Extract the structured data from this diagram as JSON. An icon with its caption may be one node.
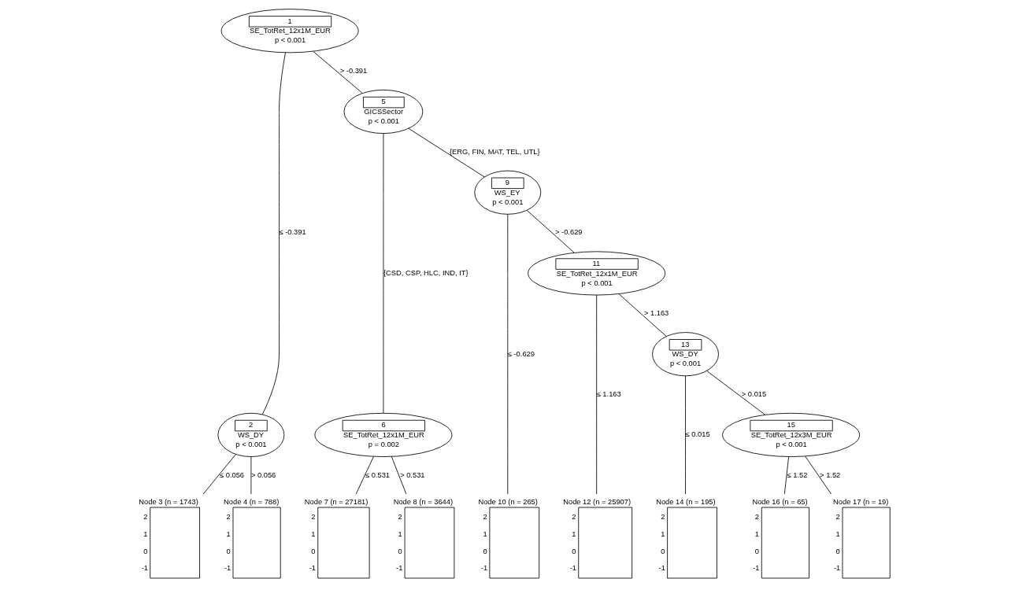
{
  "diagram": {
    "nodes": [
      {
        "text": [
          "1",
          "SE_TotRet_12x1M_EUR",
          "p < 0.001"
        ]
      },
      {
        "text": [
          "2",
          "WS_DY",
          "p < 0.001"
        ]
      },
      {
        "text": [
          "Node 3 (n = 1743)"
        ],
        "beside": [
          "2",
          "1",
          "0",
          "-1"
        ]
      },
      {
        "text": [
          "Node 4 (n = 788)"
        ],
        "beside": [
          "2",
          "1",
          "0",
          "-1"
        ]
      },
      {
        "text": [
          "5",
          "GICSSector",
          "p < 0.001"
        ]
      },
      {
        "text": [
          "6",
          "SE_TotRet_12x1M_EUR",
          "p = 0.002"
        ]
      },
      {
        "text": [
          "Node 7 (n = 27181)"
        ],
        "beside": [
          "2",
          "1",
          "0",
          "-1"
        ]
      },
      {
        "text": [
          "Node 8 (n = 3644)"
        ],
        "beside": [
          "2",
          "1",
          "0",
          "-1"
        ]
      },
      {
        "text": [
          "9",
          "WS_EY",
          "p < 0.001"
        ]
      },
      {
        "text": [
          "Node 10 (n = 265)"
        ],
        "beside": [
          "2",
          "1",
          "0",
          "-1"
        ]
      },
      {
        "text": [
          "11",
          "SE_TotRet_12x1M_EUR",
          "p < 0.001"
        ]
      },
      {
        "text": [
          "Node 12 (n = 25907)"
        ],
        "beside": [
          "2",
          "1",
          "0",
          "-1"
        ]
      },
      {
        "text": [
          "13",
          "WS_DY",
          "p < 0.001"
        ]
      },
      {
        "text": [
          "Node 14 (n = 195)"
        ],
        "beside": [
          "2",
          "1",
          "0",
          "-1"
        ]
      },
      {
        "text": [
          "15",
          "SE_TotRet_12x3M_EUR",
          "p < 0.001"
        ]
      },
      {
        "text": [
          "Node 16 (n = 65)"
        ],
        "beside": [
          "2",
          "1",
          "0",
          "-1"
        ]
      },
      {
        "text": [
          "Node 17 (n = 19)"
        ],
        "beside": [
          "2",
          "1",
          "0",
          "-1"
        ]
      }
    ],
    "edges": [
      {
        "from": 0,
        "to": 1,
        "arrow": "none",
        "label": "≤ -0.391"
      },
      {
        "from": 0,
        "to": 4,
        "arrow": "none",
        "label": "> -0.391"
      },
      {
        "from": 1,
        "to": 2,
        "arrow": "none",
        "label": "≤ 0.056"
      },
      {
        "from": 1,
        "to": 3,
        "arrow": "none",
        "label": "> 0.056"
      },
      {
        "from": 4,
        "to": 5,
        "arrow": "none",
        "label": "{CSD, CSP, HLC, IND, IT}"
      },
      {
        "from": 4,
        "to": 8,
        "arrow": "none",
        "label": "{ERG, FIN, MAT, TEL, UTL}"
      },
      {
        "from": 5,
        "to": 6,
        "arrow": "none",
        "label": "≤ 0.531"
      },
      {
        "from": 5,
        "to": 7,
        "arrow": "none",
        "label": "> 0.531"
      },
      {
        "from": 8,
        "to": 9,
        "arrow": "none",
        "label": "≤ -0.629"
      },
      {
        "from": 8,
        "to": 10,
        "arrow": "none",
        "label": "> -0.629"
      },
      {
        "from": 10,
        "to": 11,
        "arrow": "none",
        "label": "≤ 1.163"
      },
      {
        "from": 10,
        "to": 12,
        "arrow": "none",
        "label": "> 1.163"
      },
      {
        "from": 12,
        "to": 13,
        "arrow": "none",
        "label": "≤ 0.015"
      },
      {
        "from": 12,
        "to": 14,
        "arrow": "none",
        "label": "> 0.015"
      },
      {
        "from": 14,
        "to": 15,
        "arrow": "none",
        "label": "≤ 1.52"
      },
      {
        "from": 14,
        "to": 16,
        "arrow": "none",
        "label": "> 1.52"
      }
    ]
  }
}
